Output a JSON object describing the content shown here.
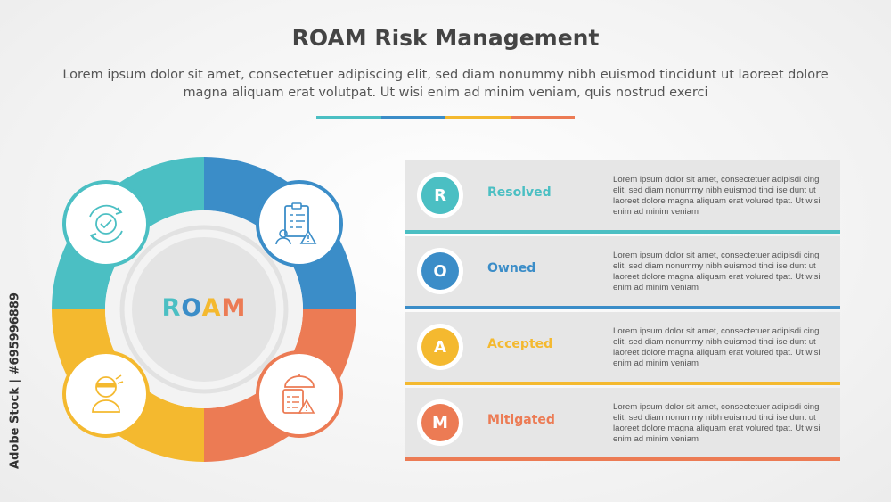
{
  "title": "ROAM Risk Management",
  "subtitle": "Lorem ipsum dolor sit amet, consectetuer adipiscing elit, sed diam nonummy nibh euismod tincidunt ut laoreet dolore magna aliquam erat volutpat. Ut wisi enim ad minim veniam, quis nostrud exerci",
  "watermark": "Adobe Stock | #695996889",
  "colors": {
    "teal": "#4bbfc3",
    "blue": "#3b8dc8",
    "yellow": "#f4b92f",
    "orange": "#ec7b54"
  },
  "center": {
    "letters": [
      {
        "char": "R",
        "color": "#4bbfc3"
      },
      {
        "char": "O",
        "color": "#3b8dc8"
      },
      {
        "char": "A",
        "color": "#f4b92f"
      },
      {
        "char": "M",
        "color": "#ec7b54"
      }
    ]
  },
  "ring_icons": [
    {
      "name": "refresh-check-icon",
      "color": "#4bbfc3"
    },
    {
      "name": "clipboard-risk-icon",
      "color": "#3b8dc8"
    },
    {
      "name": "thief-mask-icon",
      "color": "#f4b92f"
    },
    {
      "name": "insurance-umbrella-icon",
      "color": "#ec7b54"
    }
  ],
  "steps": [
    {
      "letter": "R",
      "label": "Resolved",
      "color": "#4bbfc3",
      "description": "Lorem ipsum dolor sit amet, consectetuer adipisdi cing elit, sed diam nonummy nibh euismod tinci ise dunt ut laoreet dolore magna aliquam erat volured tpat. Ut wisi enim ad minim veniam"
    },
    {
      "letter": "O",
      "label": "Owned",
      "color": "#3b8dc8",
      "description": "Lorem ipsum dolor sit amet, consectetuer adipisdi cing elit, sed diam nonummy nibh euismod tinci ise dunt ut laoreet dolore magna aliquam erat volured tpat. Ut wisi enim ad minim veniam"
    },
    {
      "letter": "A",
      "label": "Accepted",
      "color": "#f4b92f",
      "description": "Lorem ipsum dolor sit amet, consectetuer adipisdi cing elit, sed diam nonummy nibh euismod tinci ise dunt ut laoreet dolore magna aliquam erat volured tpat. Ut wisi enim ad minim veniam"
    },
    {
      "letter": "M",
      "label": "Mitigated",
      "color": "#ec7b54",
      "description": "Lorem ipsum dolor sit amet, consectetuer adipisdi cing elit, sed diam nonummy nibh euismod tinci ise dunt ut laoreet dolore magna aliquam erat volured tpat. Ut wisi enim ad minim veniam"
    }
  ]
}
